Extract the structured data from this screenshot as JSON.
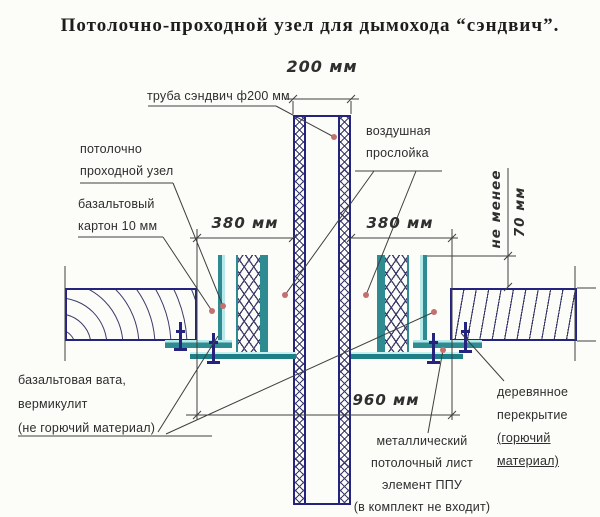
{
  "title": "Потолочно-проходной узел для дымохода “сэндвич”.",
  "dimensions": {
    "pipe_diameter": "200 мм",
    "left_clearance": "380 мм",
    "right_clearance": "380 мм",
    "overall_width": "960 мм",
    "min_note": "не менее",
    "min_value": "70 мм"
  },
  "labels": {
    "pipe": "труба сэндвич ф200 мм",
    "ppu": [
      "потолочно",
      "проходной узел"
    ],
    "cardboard": [
      "базальтовый",
      "картон 10 мм"
    ],
    "air": [
      "воздушная",
      "прослойка"
    ],
    "wool": [
      "базальтовая вата,",
      "вермикулит",
      "(не горючий материал)"
    ],
    "metal_sheet": [
      "металлический",
      "потолочный лист",
      "элемент ППУ",
      "(в комплект не входит)"
    ],
    "wood_floor": [
      "деревянное",
      "перекрытие",
      "(горючий",
      "материал)"
    ]
  },
  "colors": {
    "teal": "#2e8b92",
    "teal_dark": "#1f7f86",
    "teal_light": "#b8e9ea",
    "cyan_pale": "#c9f0f0",
    "navy": "#24247e",
    "hatch": "#3b3b6b",
    "line": "#3f3f3f",
    "dot": "#c4706f",
    "bg": "#fcfcf9",
    "text": "#2e2e2e"
  }
}
